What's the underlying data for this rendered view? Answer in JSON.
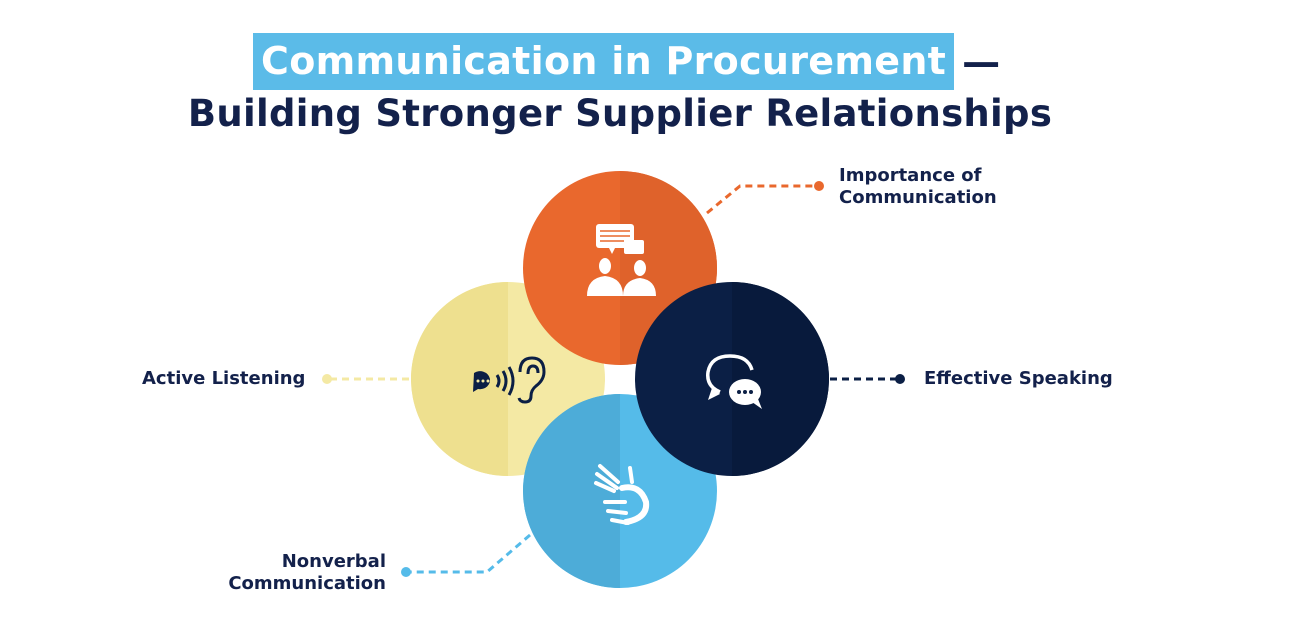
{
  "title": {
    "highlighted": "Communication in Procurement",
    "dash": "—",
    "subtitle": "Building Stronger Supplier Relationships"
  },
  "items": [
    {
      "label_line1": "Importance of",
      "label_line2": "Communication",
      "icon": "business-people-chat-icon",
      "color": "#e9682d"
    },
    {
      "label": "Effective Speaking",
      "icon": "speech-bubbles-icon",
      "color": "#0b1f45"
    },
    {
      "label": "Active Listening",
      "icon": "ear-listening-icon",
      "color": "#f4e9a4"
    },
    {
      "label_line1": "Nonverbal",
      "label_line2": "Communication",
      "icon": "sign-language-hands-icon",
      "color": "#55bbe9"
    }
  ]
}
